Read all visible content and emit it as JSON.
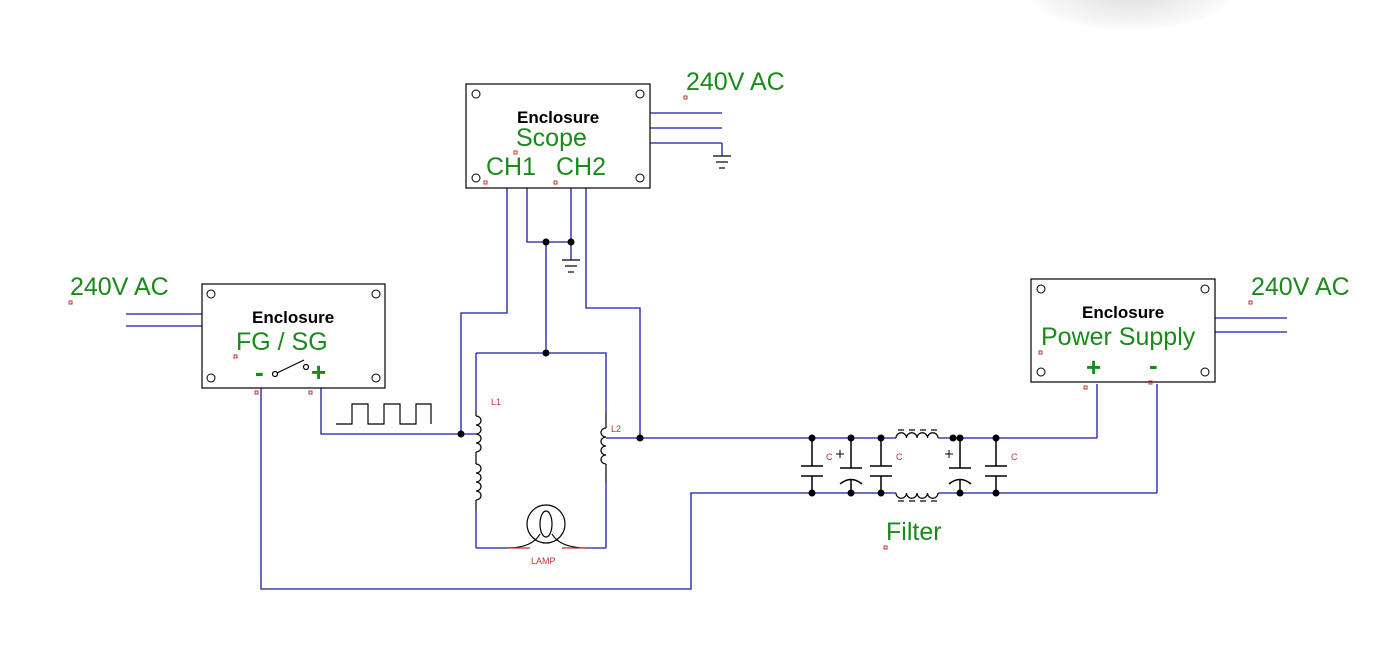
{
  "colors": {
    "wire": "#1a1aa8",
    "box": "#000000",
    "label": "#1a8a1a",
    "component": "#000000",
    "marker": "#c03030"
  },
  "scope": {
    "enclosure": "Enclosure",
    "name": "Scope",
    "ch1": "CH1",
    "ch2": "CH2",
    "power": "240V AC"
  },
  "fg": {
    "enclosure": "Enclosure",
    "name": "FG / SG",
    "minus": "-",
    "plus": "+",
    "power": "240V AC"
  },
  "psu": {
    "enclosure": "Enclosure",
    "name": "Power Supply",
    "plus": "+",
    "minus": "-",
    "power": "240V AC"
  },
  "components": {
    "l1": "L1",
    "l2": "L2",
    "lamp": "LAMP",
    "cap1": "C",
    "cap2": "C",
    "cap3": "C",
    "filter": "Filter"
  }
}
